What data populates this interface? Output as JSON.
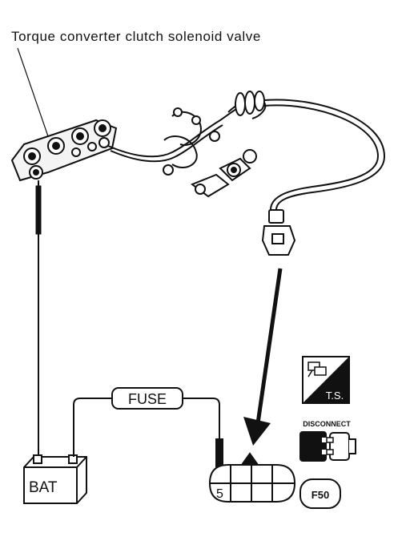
{
  "title": "Torque converter clutch solenoid valve",
  "labels": {
    "fuse": "FUSE",
    "battery": "BAT",
    "ts_badge": "T.S.",
    "disconnect": "DISCONNECT",
    "connector_pin": "5",
    "connector_id": "F50"
  },
  "icons": {
    "ts_symbol": "test-signal-icon",
    "disconnect_symbol": "disconnect-connector-icon",
    "arrow": "pointer-arrow-icon"
  }
}
